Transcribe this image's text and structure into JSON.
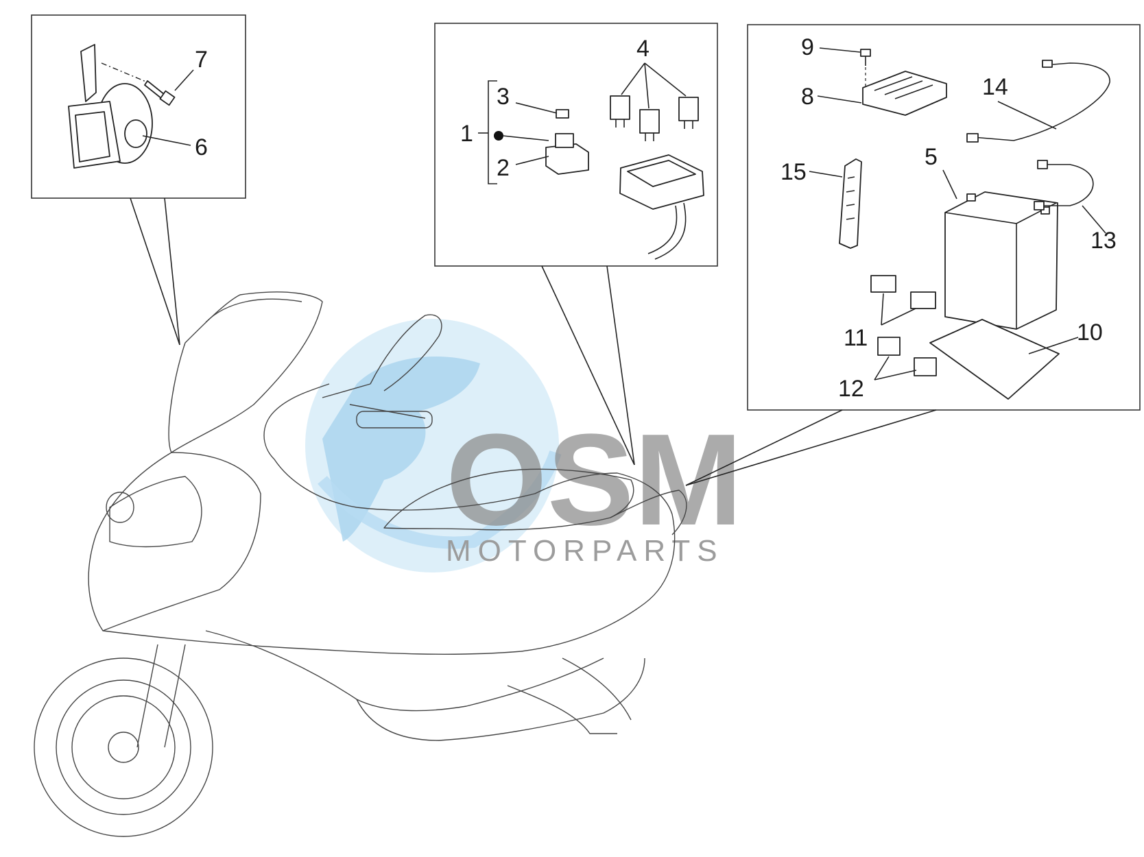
{
  "callouts": {
    "c1": "1",
    "c2": "2",
    "c3": "3",
    "c4": "4",
    "c5": "5",
    "c6": "6",
    "c7": "7",
    "c8": "8",
    "c9": "9",
    "c10": "10",
    "c11": "11",
    "c12": "12",
    "c13": "13",
    "c14": "14",
    "c15": "15"
  },
  "watermark": {
    "logo": "OSM",
    "tagline": "MOTORPARTS",
    "globe_color": "#b9dcf2",
    "logo_color": "#8f8f8f"
  },
  "colors": {
    "line": "#222222",
    "background": "#ffffff"
  }
}
